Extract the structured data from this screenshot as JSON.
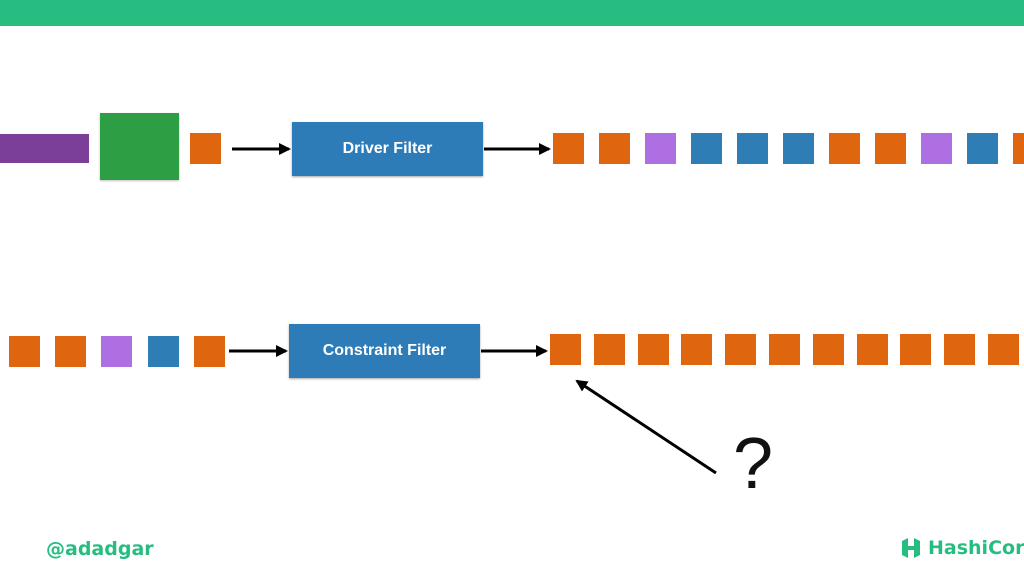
{
  "colors": {
    "green_bar": "#27bc80",
    "orange": "#e0650f",
    "blue": "#2e7db5",
    "purple": "#ae6fe3",
    "dark_purple": "#7b3f9a",
    "green": "#2e9e44",
    "box_blue": "#2d7cb8",
    "accent_text": "#27bc80"
  },
  "driver_filter": {
    "label": "Driver Filter",
    "input": [
      "dark-purple-bar",
      "green-square",
      "orange"
    ],
    "output": [
      "orange",
      "orange",
      "purple",
      "blue",
      "blue",
      "blue",
      "orange",
      "orange",
      "purple",
      "blue",
      "orange"
    ]
  },
  "constraint_filter": {
    "label": "Constraint Filter",
    "input": [
      "orange",
      "orange",
      "purple",
      "blue",
      "orange"
    ],
    "output": [
      "orange",
      "orange",
      "orange",
      "orange",
      "orange",
      "orange",
      "orange",
      "orange",
      "orange",
      "orange",
      "orange"
    ]
  },
  "question_mark": "?",
  "footer": {
    "handle": "@adadgar",
    "logo_text": "HashiCorp"
  }
}
